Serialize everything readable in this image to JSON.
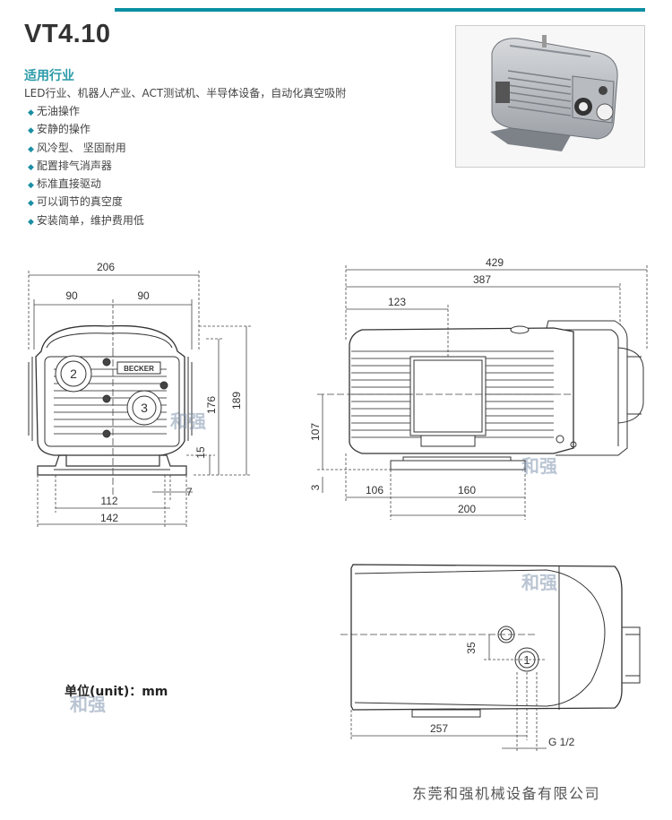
{
  "title": "VT4.10",
  "section_title": "适用行业",
  "industries": "LED行业、机器人产业、ACT测试机、半导体设备，自动化真空吸附",
  "features": [
    "无油操作",
    "安静的操作",
    "风冷型、 坚固耐用",
    "配置排气消声器",
    "标准直接驱动",
    "可以调节的真空度",
    "安装简单，维护费用低"
  ],
  "feature_bullet": "◆",
  "front_view": {
    "dims": {
      "overall_width": "206",
      "half_left": "90",
      "half_right": "90",
      "height_total": "189",
      "height_mid": "176",
      "foot_height": "15",
      "foot_offset": "7",
      "mount_width": "112",
      "base_width": "142"
    },
    "labels": {
      "port2": "2",
      "port3": "3",
      "brand": "BECKER"
    }
  },
  "side_view": {
    "dims": {
      "overall_length": "429",
      "body_length": "387",
      "port_offset": "123",
      "axis_height": "107",
      "base_offset": "3",
      "front_offset": "106",
      "mount_length": "160",
      "base_length": "200"
    }
  },
  "top_view": {
    "dims": {
      "port_spacing": "35",
      "port_position": "257",
      "thread": "G 1/2"
    },
    "labels": {
      "port1": "1"
    }
  },
  "unit_label": "单位(unit)：mm",
  "watermark": "和强",
  "company": "东莞和强机械设备有限公司",
  "colors": {
    "accent": "#0a8fa3",
    "section": "#2a9aa8",
    "line": "#333333"
  }
}
